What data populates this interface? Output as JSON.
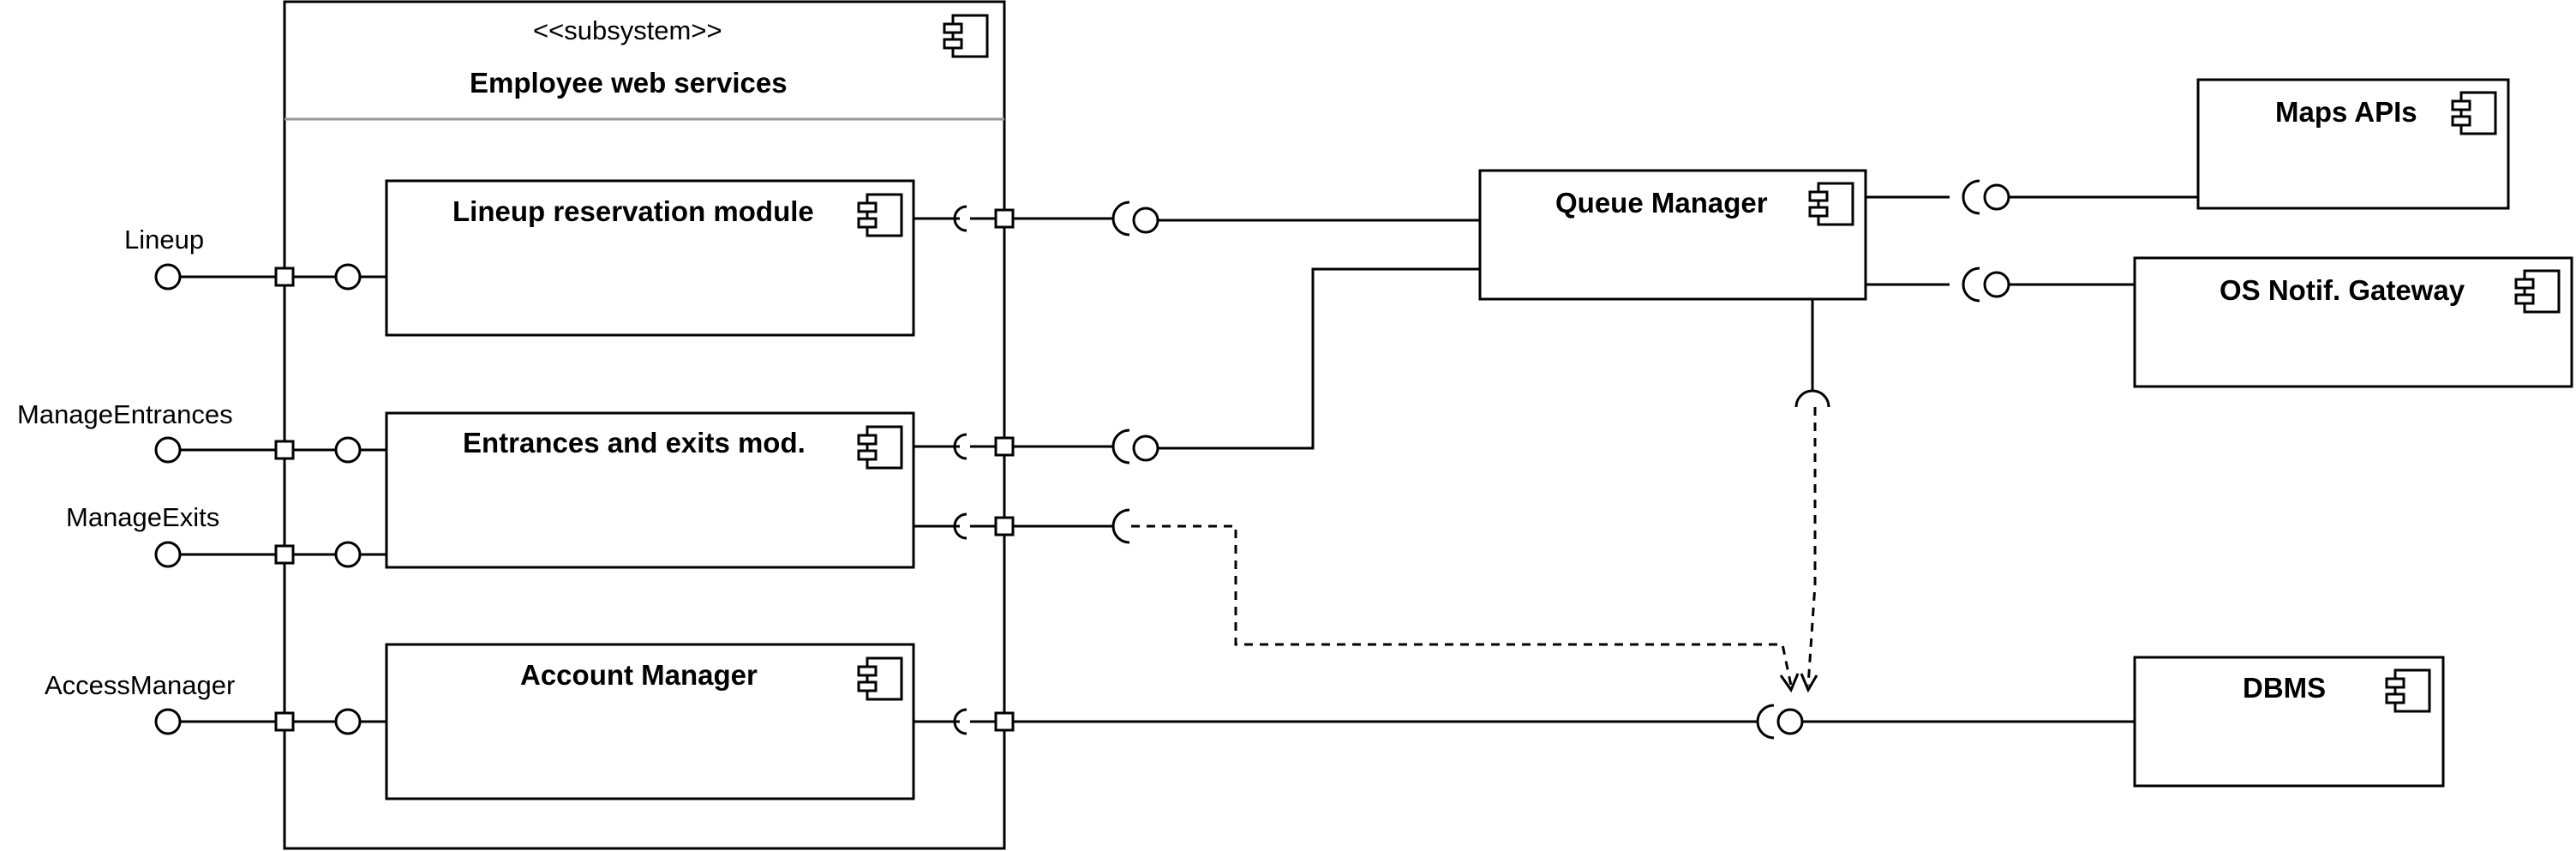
{
  "subsystem": {
    "stereotype": "<<subsystem>>",
    "name": "Employee web services"
  },
  "components": {
    "lineup_reservation": "Lineup reservation module",
    "entrances_exits": "Entrances and exits mod.",
    "account_manager": "Account Manager",
    "queue_manager": "Queue Manager",
    "maps_apis": "Maps APIs",
    "os_notif_gateway": "OS Notif. Gateway",
    "dbms": "DBMS"
  },
  "interfaces": {
    "lineup": "Lineup",
    "manage_entrances": "ManageEntrances",
    "manage_exits": "ManageExits",
    "access_manager": "AccessManager"
  },
  "colors": {
    "stroke": "#000000",
    "separator": "#999999",
    "background": "#ffffff"
  }
}
